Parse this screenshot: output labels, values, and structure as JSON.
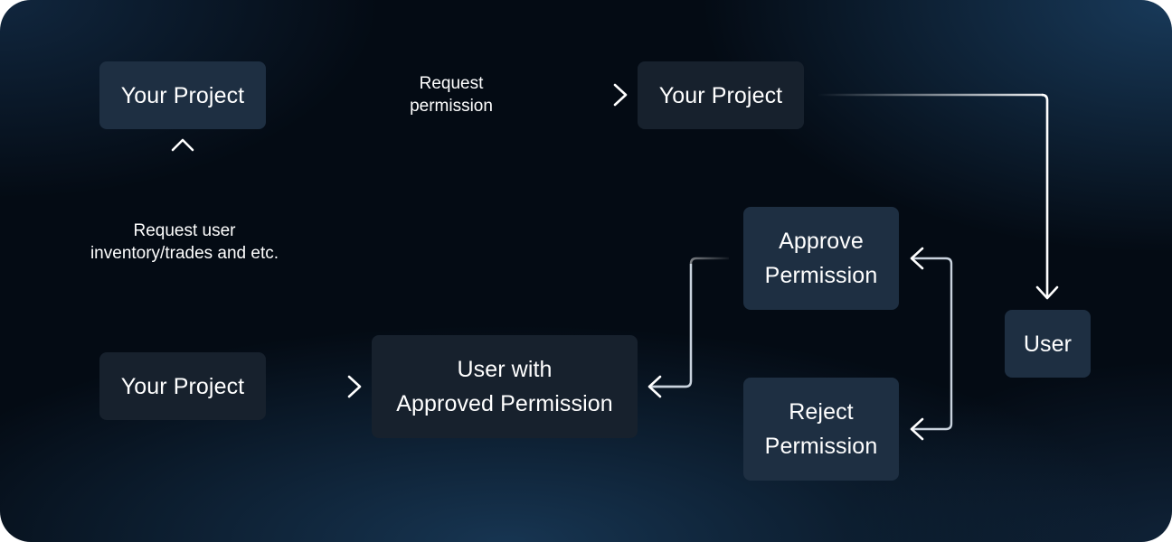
{
  "nodes": {
    "project_top_left": "Your Project",
    "project_top_right": "Your Project",
    "project_bottom_left": "Your Project",
    "user": "User",
    "approve": [
      "Approve",
      "Permission"
    ],
    "reject": [
      "Reject",
      "Permission"
    ],
    "user_approved": [
      "User with",
      "Approved Permission"
    ]
  },
  "edges": {
    "request_permission": [
      "Request",
      "permission"
    ],
    "request_user_data": [
      "Request user",
      "inventory/trades and etc."
    ]
  },
  "colors": {
    "background": "#040b14",
    "node_light": "#1e2f42",
    "node_dark": "#17212d",
    "arrow": "#ffffff",
    "text": "#ffffff"
  }
}
